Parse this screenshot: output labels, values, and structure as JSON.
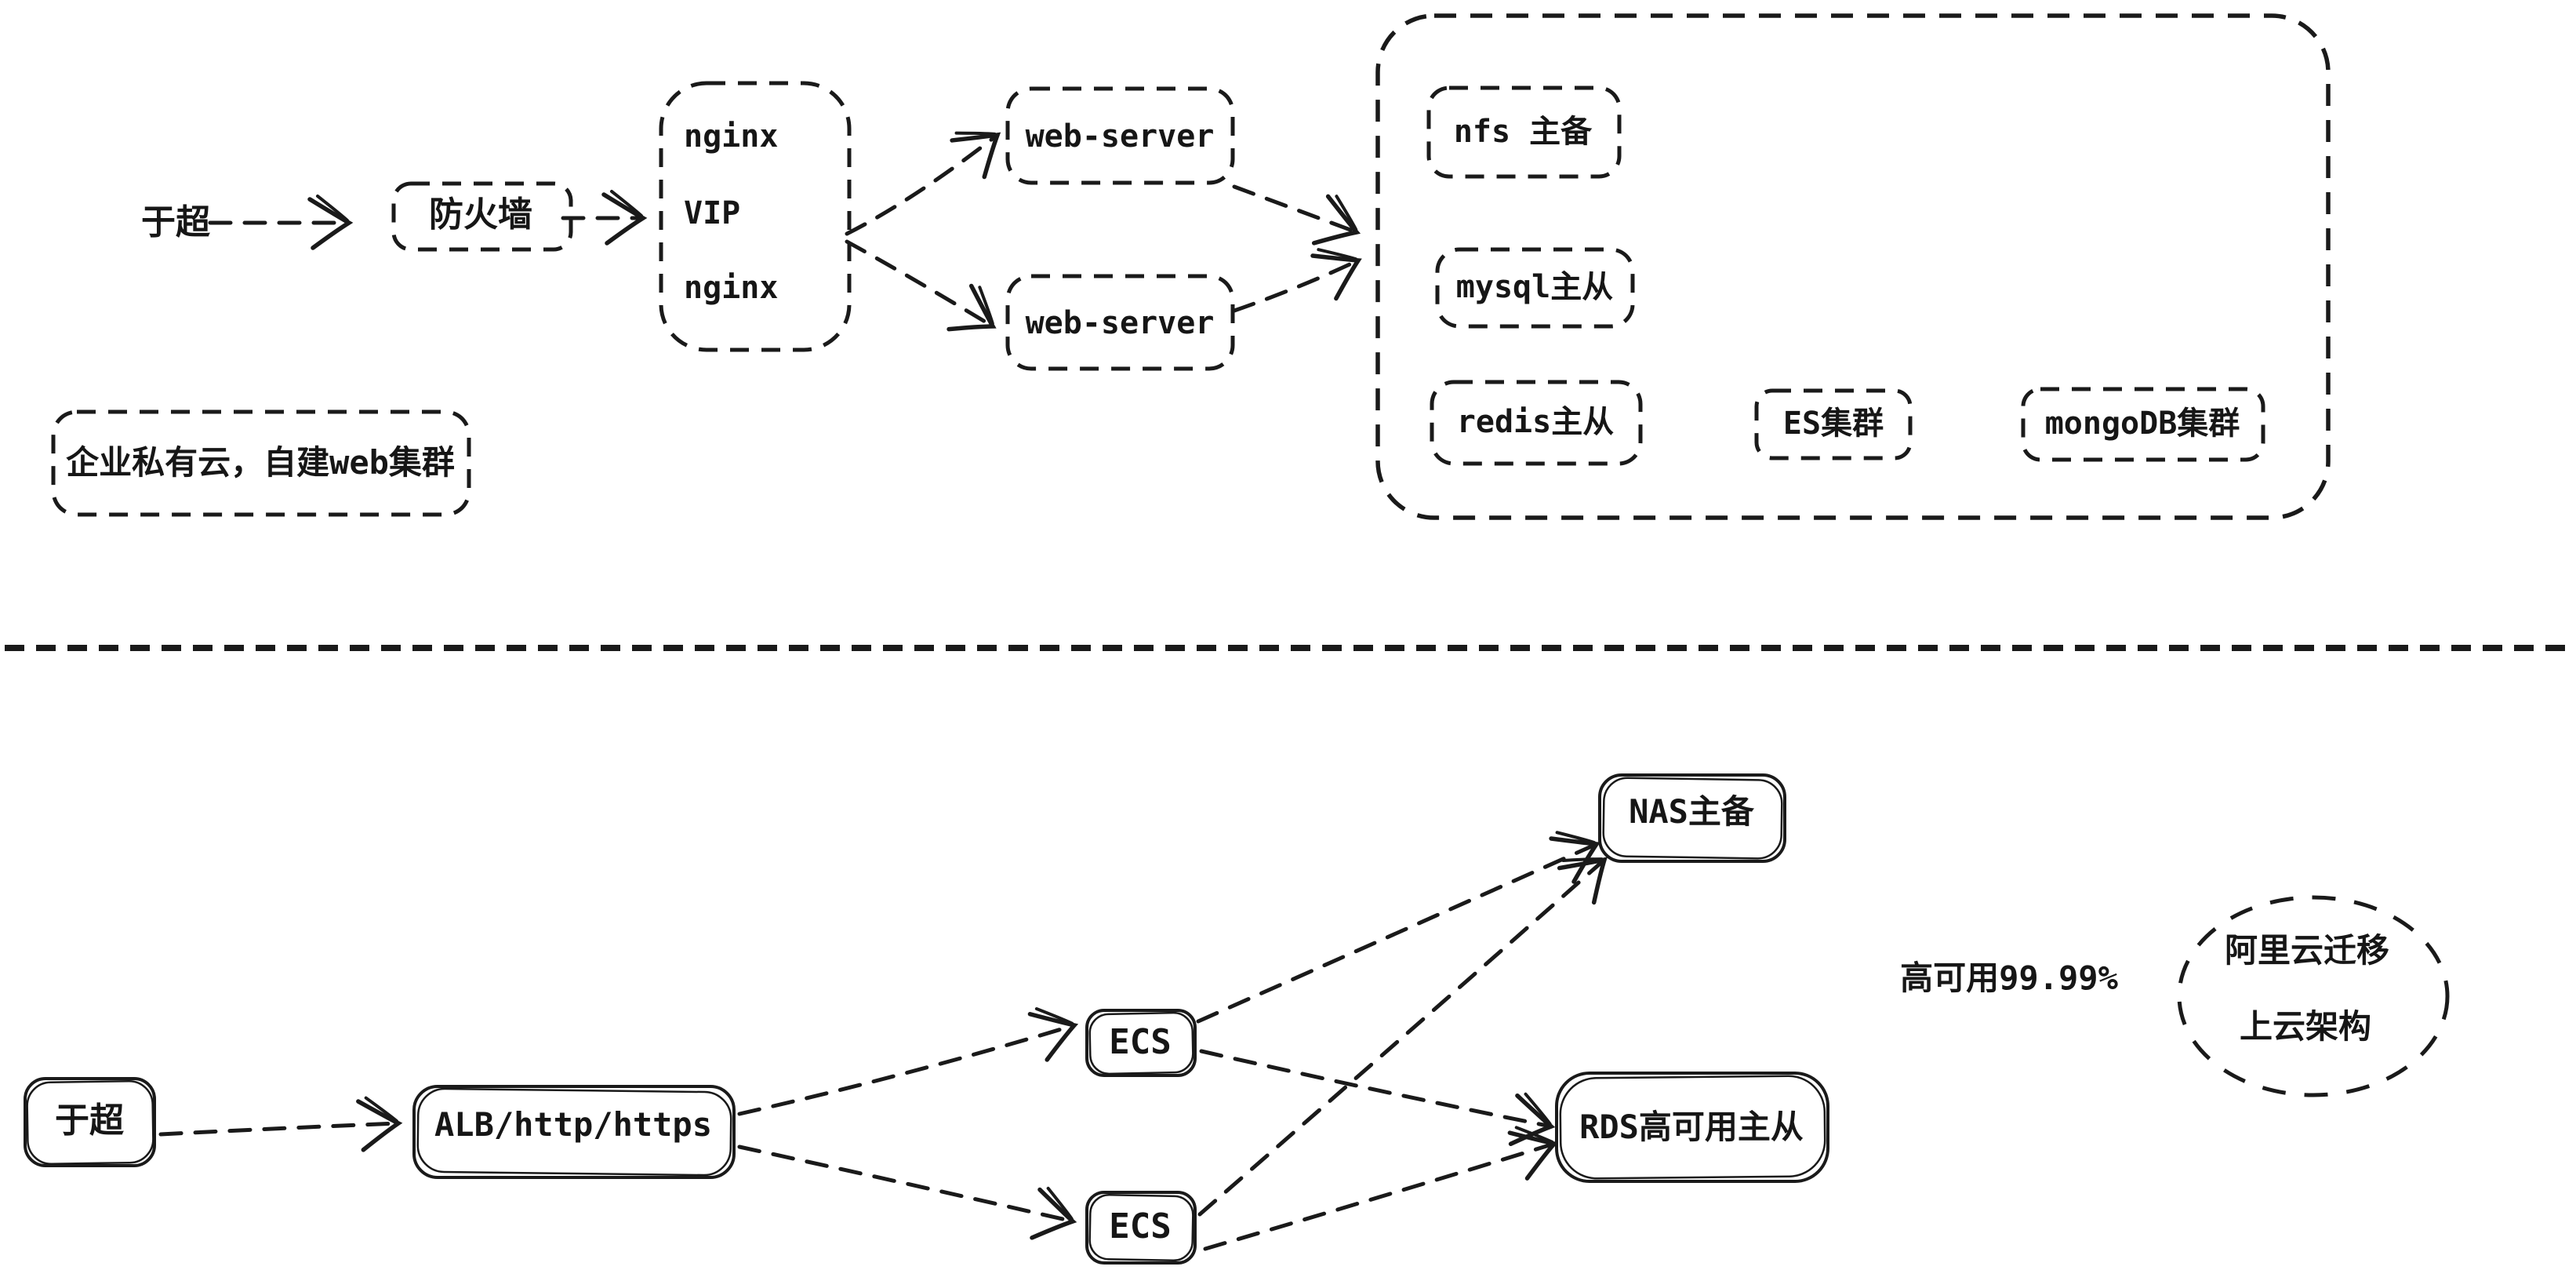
{
  "diagram": {
    "top_section": {
      "section_label": "企业私有云，自建web集群",
      "user": "于超",
      "firewall": "防火墙",
      "load_balancer_lines": [
        "nginx",
        "VIP",
        "nginx"
      ],
      "web_server_1": "web-server",
      "web_server_2": "web-server",
      "backend_cluster": {
        "nfs": "nfs 主备",
        "mysql": "mysql主从",
        "redis": "redis主从",
        "es": "ES集群",
        "mongodb": "mongoDB集群"
      }
    },
    "bottom_section": {
      "user": "于超",
      "alb": "ALB/http/https",
      "ecs_1": "ECS",
      "ecs_2": "ECS",
      "nas": "NAS主备",
      "rds": "RDS高可用主从",
      "sla_note": "高可用99.99%",
      "cloud_note_line1": "阿里云迁移",
      "cloud_note_line2": "上云架构"
    },
    "colors": {
      "stroke": "#1a1a1a",
      "background": "#ffffff"
    }
  }
}
